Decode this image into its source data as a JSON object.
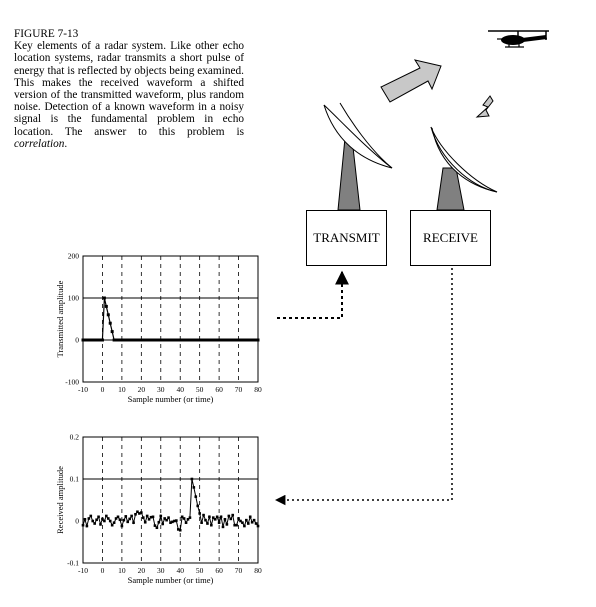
{
  "caption": {
    "title": "FIGURE 7-13",
    "body": "Key elements of a radar system. Like other echo location systems, radar transmits a short pulse of energy that is reflected by objects being examined.  This makes the received waveform a shifted version of the transmitted waveform, plus random noise. Detection of a known waveform in a noisy signal is the fundamental problem in echo location.  The answer to this problem is ",
    "emphasis": "correlation",
    "end": "."
  },
  "boxes": {
    "transmit": "TRANSMIT",
    "receive": "RECEIVE"
  },
  "icons": [
    "helicopter-icon",
    "transmit-dish-icon",
    "receive-dish-icon",
    "outgoing-signal-arrow",
    "reflected-signal-arrow"
  ],
  "colors": {
    "dish_base": "#808080",
    "arrow_fill": "#c8c8c8",
    "plot_line": "#000000"
  },
  "chart_data": [
    {
      "type": "line",
      "ylabel": "Transmitted amplitude",
      "xlabel": "Sample number (or time)",
      "xlim": [
        -10,
        80
      ],
      "ylim": [
        -100,
        200
      ],
      "xticks": [
        -10,
        0,
        10,
        20,
        30,
        40,
        50,
        60,
        70,
        80
      ],
      "yticks": [
        -100,
        0,
        100,
        200
      ],
      "ytick_labels": [
        "-100",
        "0",
        "100",
        "200"
      ],
      "hlines": [
        100,
        0
      ],
      "grid_x": "dashed",
      "x": [
        -10,
        -9,
        -8,
        -7,
        -6,
        -5,
        -4,
        -3,
        -2,
        -1,
        0,
        1,
        2,
        3,
        4,
        5,
        6,
        7,
        8,
        9,
        10,
        11,
        12,
        13,
        14,
        15,
        16,
        17,
        18,
        19,
        20,
        21,
        22,
        23,
        24,
        25,
        26,
        27,
        28,
        29,
        30,
        31,
        32,
        33,
        34,
        35,
        36,
        37,
        38,
        39,
        40,
        41,
        42,
        43,
        44,
        45,
        46,
        47,
        48,
        49,
        50,
        51,
        52,
        53,
        54,
        55,
        56,
        57,
        58,
        59,
        60,
        61,
        62,
        63,
        64,
        65,
        66,
        67,
        68,
        69,
        70,
        71,
        72,
        73,
        74,
        75,
        76,
        77,
        78,
        79,
        80
      ],
      "values": [
        0,
        0,
        0,
        0,
        0,
        0,
        0,
        0,
        0,
        0,
        0,
        100,
        80,
        60,
        40,
        20,
        0,
        0,
        0,
        0,
        0,
        0,
        0,
        0,
        0,
        0,
        0,
        0,
        0,
        0,
        0,
        0,
        0,
        0,
        0,
        0,
        0,
        0,
        0,
        0,
        0,
        0,
        0,
        0,
        0,
        0,
        0,
        0,
        0,
        0,
        0,
        0,
        0,
        0,
        0,
        0,
        0,
        0,
        0,
        0,
        0,
        0,
        0,
        0,
        0,
        0,
        0,
        0,
        0,
        0,
        0,
        0,
        0,
        0,
        0,
        0,
        0,
        0,
        0,
        0,
        0,
        0,
        0,
        0,
        0,
        0,
        0,
        0,
        0,
        0,
        0
      ]
    },
    {
      "type": "line",
      "ylabel": "Received amplitude",
      "xlabel": "Sample number (or time)",
      "xlim": [
        -10,
        80
      ],
      "ylim": [
        -0.1,
        0.2
      ],
      "xticks": [
        -10,
        0,
        10,
        20,
        30,
        40,
        50,
        60,
        70,
        80
      ],
      "yticks": [
        -0.1,
        0,
        0.1,
        0.2
      ],
      "ytick_labels": [
        "-0.1",
        "0",
        "0.1",
        "0.2"
      ],
      "hlines": [
        0.1
      ],
      "grid_x": "dashed",
      "x": [
        -10,
        -9,
        -8,
        -7,
        -6,
        -5,
        -4,
        -3,
        -2,
        -1,
        0,
        1,
        2,
        3,
        4,
        5,
        6,
        7,
        8,
        9,
        10,
        11,
        12,
        13,
        14,
        15,
        16,
        17,
        18,
        19,
        20,
        21,
        22,
        23,
        24,
        25,
        26,
        27,
        28,
        29,
        30,
        31,
        32,
        33,
        34,
        35,
        36,
        37,
        38,
        39,
        40,
        41,
        42,
        43,
        44,
        45,
        46,
        47,
        48,
        49,
        50,
        51,
        52,
        53,
        54,
        55,
        56,
        57,
        58,
        59,
        60,
        61,
        62,
        63,
        64,
        65,
        66,
        67,
        68,
        69,
        70,
        71,
        72,
        73,
        74,
        75,
        76,
        77,
        78,
        79,
        80
      ],
      "values": [
        -0.01,
        0.004,
        -0.012,
        0.006,
        0.012,
        0,
        -0.006,
        0.003,
        0.01,
        -0.008,
        0.005,
        0,
        0.012,
        0.006,
        0,
        -0.01,
        -0.004,
        0.006,
        0.01,
        0.003,
        -0.012,
        0.002,
        0.011,
        -0.002,
        0.005,
        0.012,
        -0.004,
        0.016,
        0.022,
        0.018,
        0.02,
        0.008,
        -0.003,
        0.012,
        0.004,
        0.009,
        0.01,
        -0.011,
        -0.016,
        -0.003,
        0.012,
        -0.007,
        0.006,
        0.002,
        0.008,
        -0.004,
        -0.002,
        0,
        0.001,
        -0.02,
        -0.022,
        0.01,
        0.006,
        -0.004,
        0.004,
        0.008,
        0.1,
        0.08,
        0.058,
        0.036,
        0.018,
        -0.004,
        0.014,
        0.002,
        -0.006,
        0.01,
        -0.01,
        0.008,
        0.004,
        0.01,
        -0.004,
        0.01,
        -0.014,
        0.004,
        -0.008,
        0.012,
        0.005,
        0.014,
        -0.01,
        -0.01,
        0.006,
        0,
        -0.004,
        -0.012,
        0.002,
        -0.006,
        0.01,
        -0.003,
        0.002,
        -0.006,
        -0.012
      ]
    }
  ]
}
